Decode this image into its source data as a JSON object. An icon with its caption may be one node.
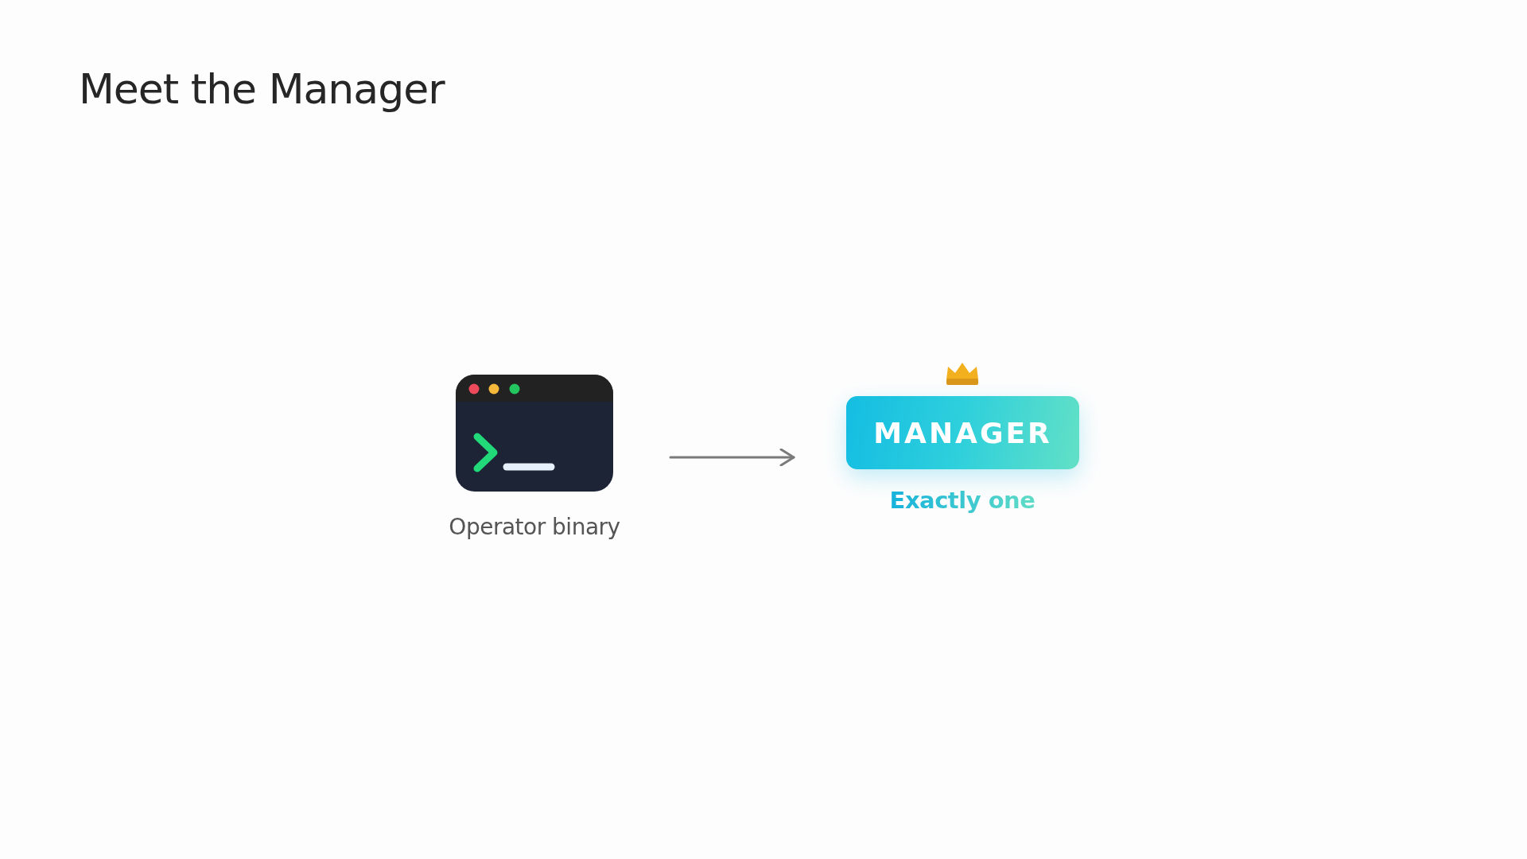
{
  "diagram": {
    "title": "Meet the Manager",
    "nodes": [
      {
        "text": [],
        "shape": "picture",
        "beside": [
          "Operator binary"
        ]
      },
      {
        "text": [
          "MANAGER"
        ],
        "beside": [
          "Exactly one"
        ]
      }
    ],
    "edges": [
      {
        "from": 0,
        "to": 1,
        "arrow": "to"
      }
    ]
  }
}
